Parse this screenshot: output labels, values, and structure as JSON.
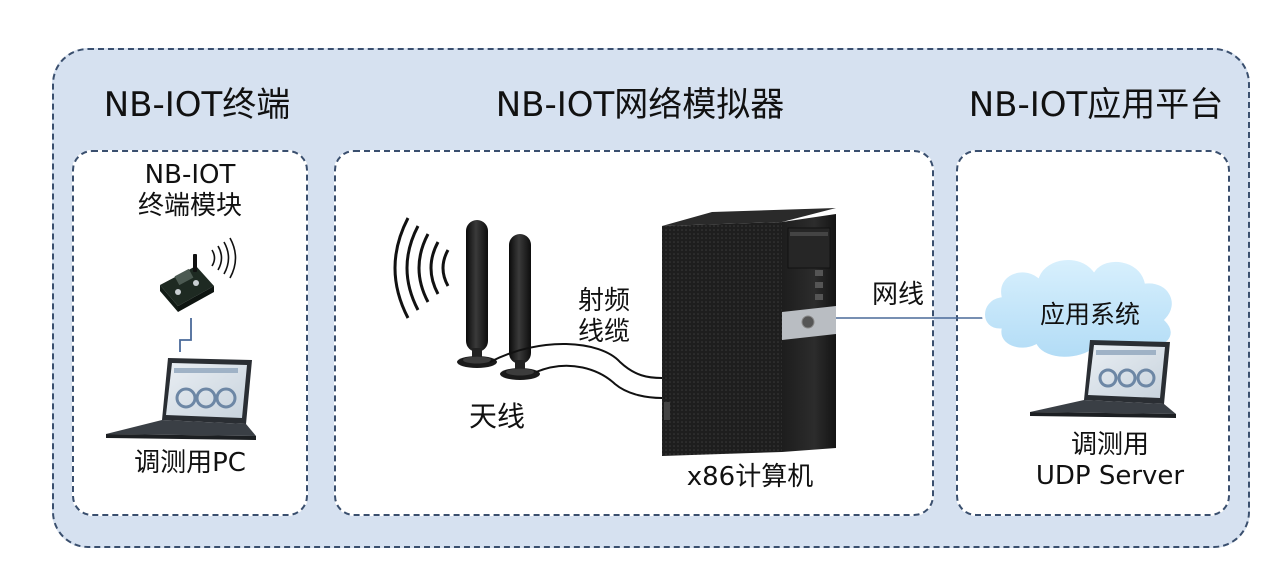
{
  "sections": {
    "terminal": {
      "title": "NB-IOT终端",
      "module_label_line1": "NB-IOT",
      "module_label_line2": "终端模块",
      "pc_label": "调测用PC"
    },
    "simulator": {
      "title": "NB-IOT网络模拟器",
      "antenna_label": "天线",
      "cable_label_line1": "射频",
      "cable_label_line2": "线缆",
      "computer_label": "x86计算机",
      "network_cable_label": "网线"
    },
    "platform": {
      "title": "NB-IOT应用平台",
      "cloud_label": "应用系统",
      "server_label_line1": "调测用",
      "server_label_line2": "UDP Server"
    }
  },
  "colors": {
    "outer_background": "#d6e1f0",
    "dashed_border": "#3a4f6e",
    "cloud_fill": "#c4e6fa",
    "connector_line": "#4a6a99"
  }
}
